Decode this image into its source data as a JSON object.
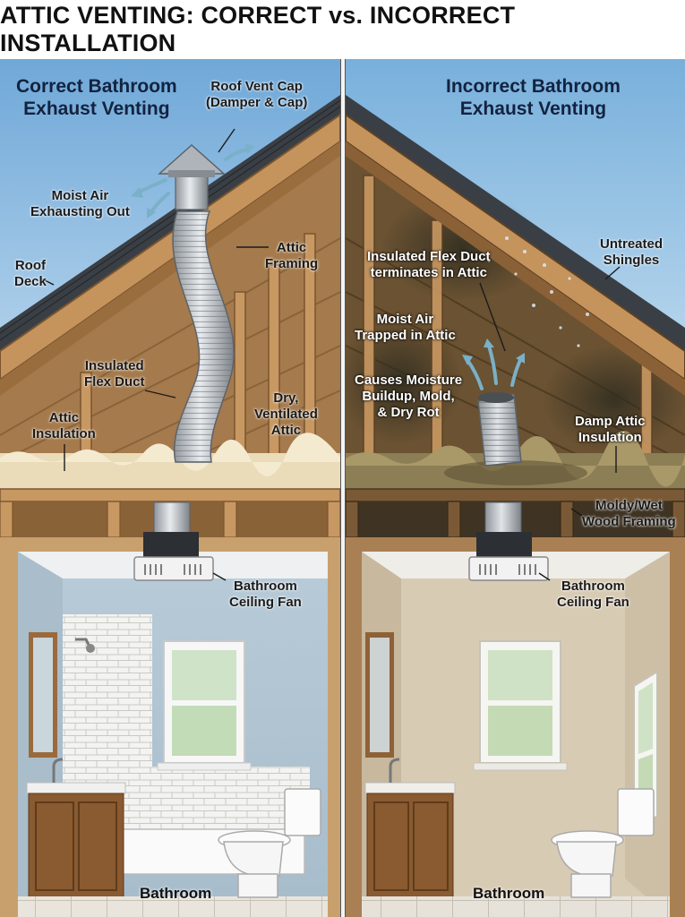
{
  "title": "ATTIC VENTING: CORRECT vs. INCORRECT INSTALLATION",
  "left": {
    "heading_line1": "Correct Bathroom",
    "heading_line2": "Exhaust Venting",
    "labels": {
      "vent_cap_1": "Roof Vent Cap",
      "vent_cap_2": "(Damper & Cap)",
      "moist_air_1": "Moist Air",
      "moist_air_2": "Exhausting Out",
      "roof_deck_1": "Roof",
      "roof_deck_2": "Deck",
      "attic_framing_1": "Attic",
      "attic_framing_2": "Framing",
      "flex_duct_1": "Insulated",
      "flex_duct_2": "Flex Duct",
      "dry_attic_1": "Dry,",
      "dry_attic_2": "Ventilated",
      "dry_attic_3": "Attic",
      "insulation_1": "Attic",
      "insulation_2": "Insulation",
      "fan_1": "Bathroom",
      "fan_2": "Ceiling Fan",
      "room": "Bathroom"
    }
  },
  "right": {
    "heading_line1": "Incorrect Bathroom",
    "heading_line2": "Exhaust Venting",
    "labels": {
      "shingles_1": "Untreated",
      "shingles_2": "Shingles",
      "duct_1": "Insulated Flex Duct",
      "duct_2": "terminates in Attic",
      "trapped_1": "Moist Air",
      "trapped_2": "Trapped in Attic",
      "causes_1": "Causes Moisture",
      "causes_2": "Buildup, Mold,",
      "causes_3": "& Dry Rot",
      "damp_1": "Damp Attic",
      "damp_2": "Insulation",
      "moldy_1": "Moldy/Wet",
      "moldy_2": "Wood Framing",
      "fan_1": "Bathroom",
      "fan_2": "Ceiling Fan",
      "room": "Bathroom"
    }
  },
  "colors": {
    "sky": "#9cc6e6",
    "wood": "#b98650",
    "mold": "#3d3a2a",
    "insulation": "#eadcb8",
    "arrow": "#7ab0c8"
  }
}
